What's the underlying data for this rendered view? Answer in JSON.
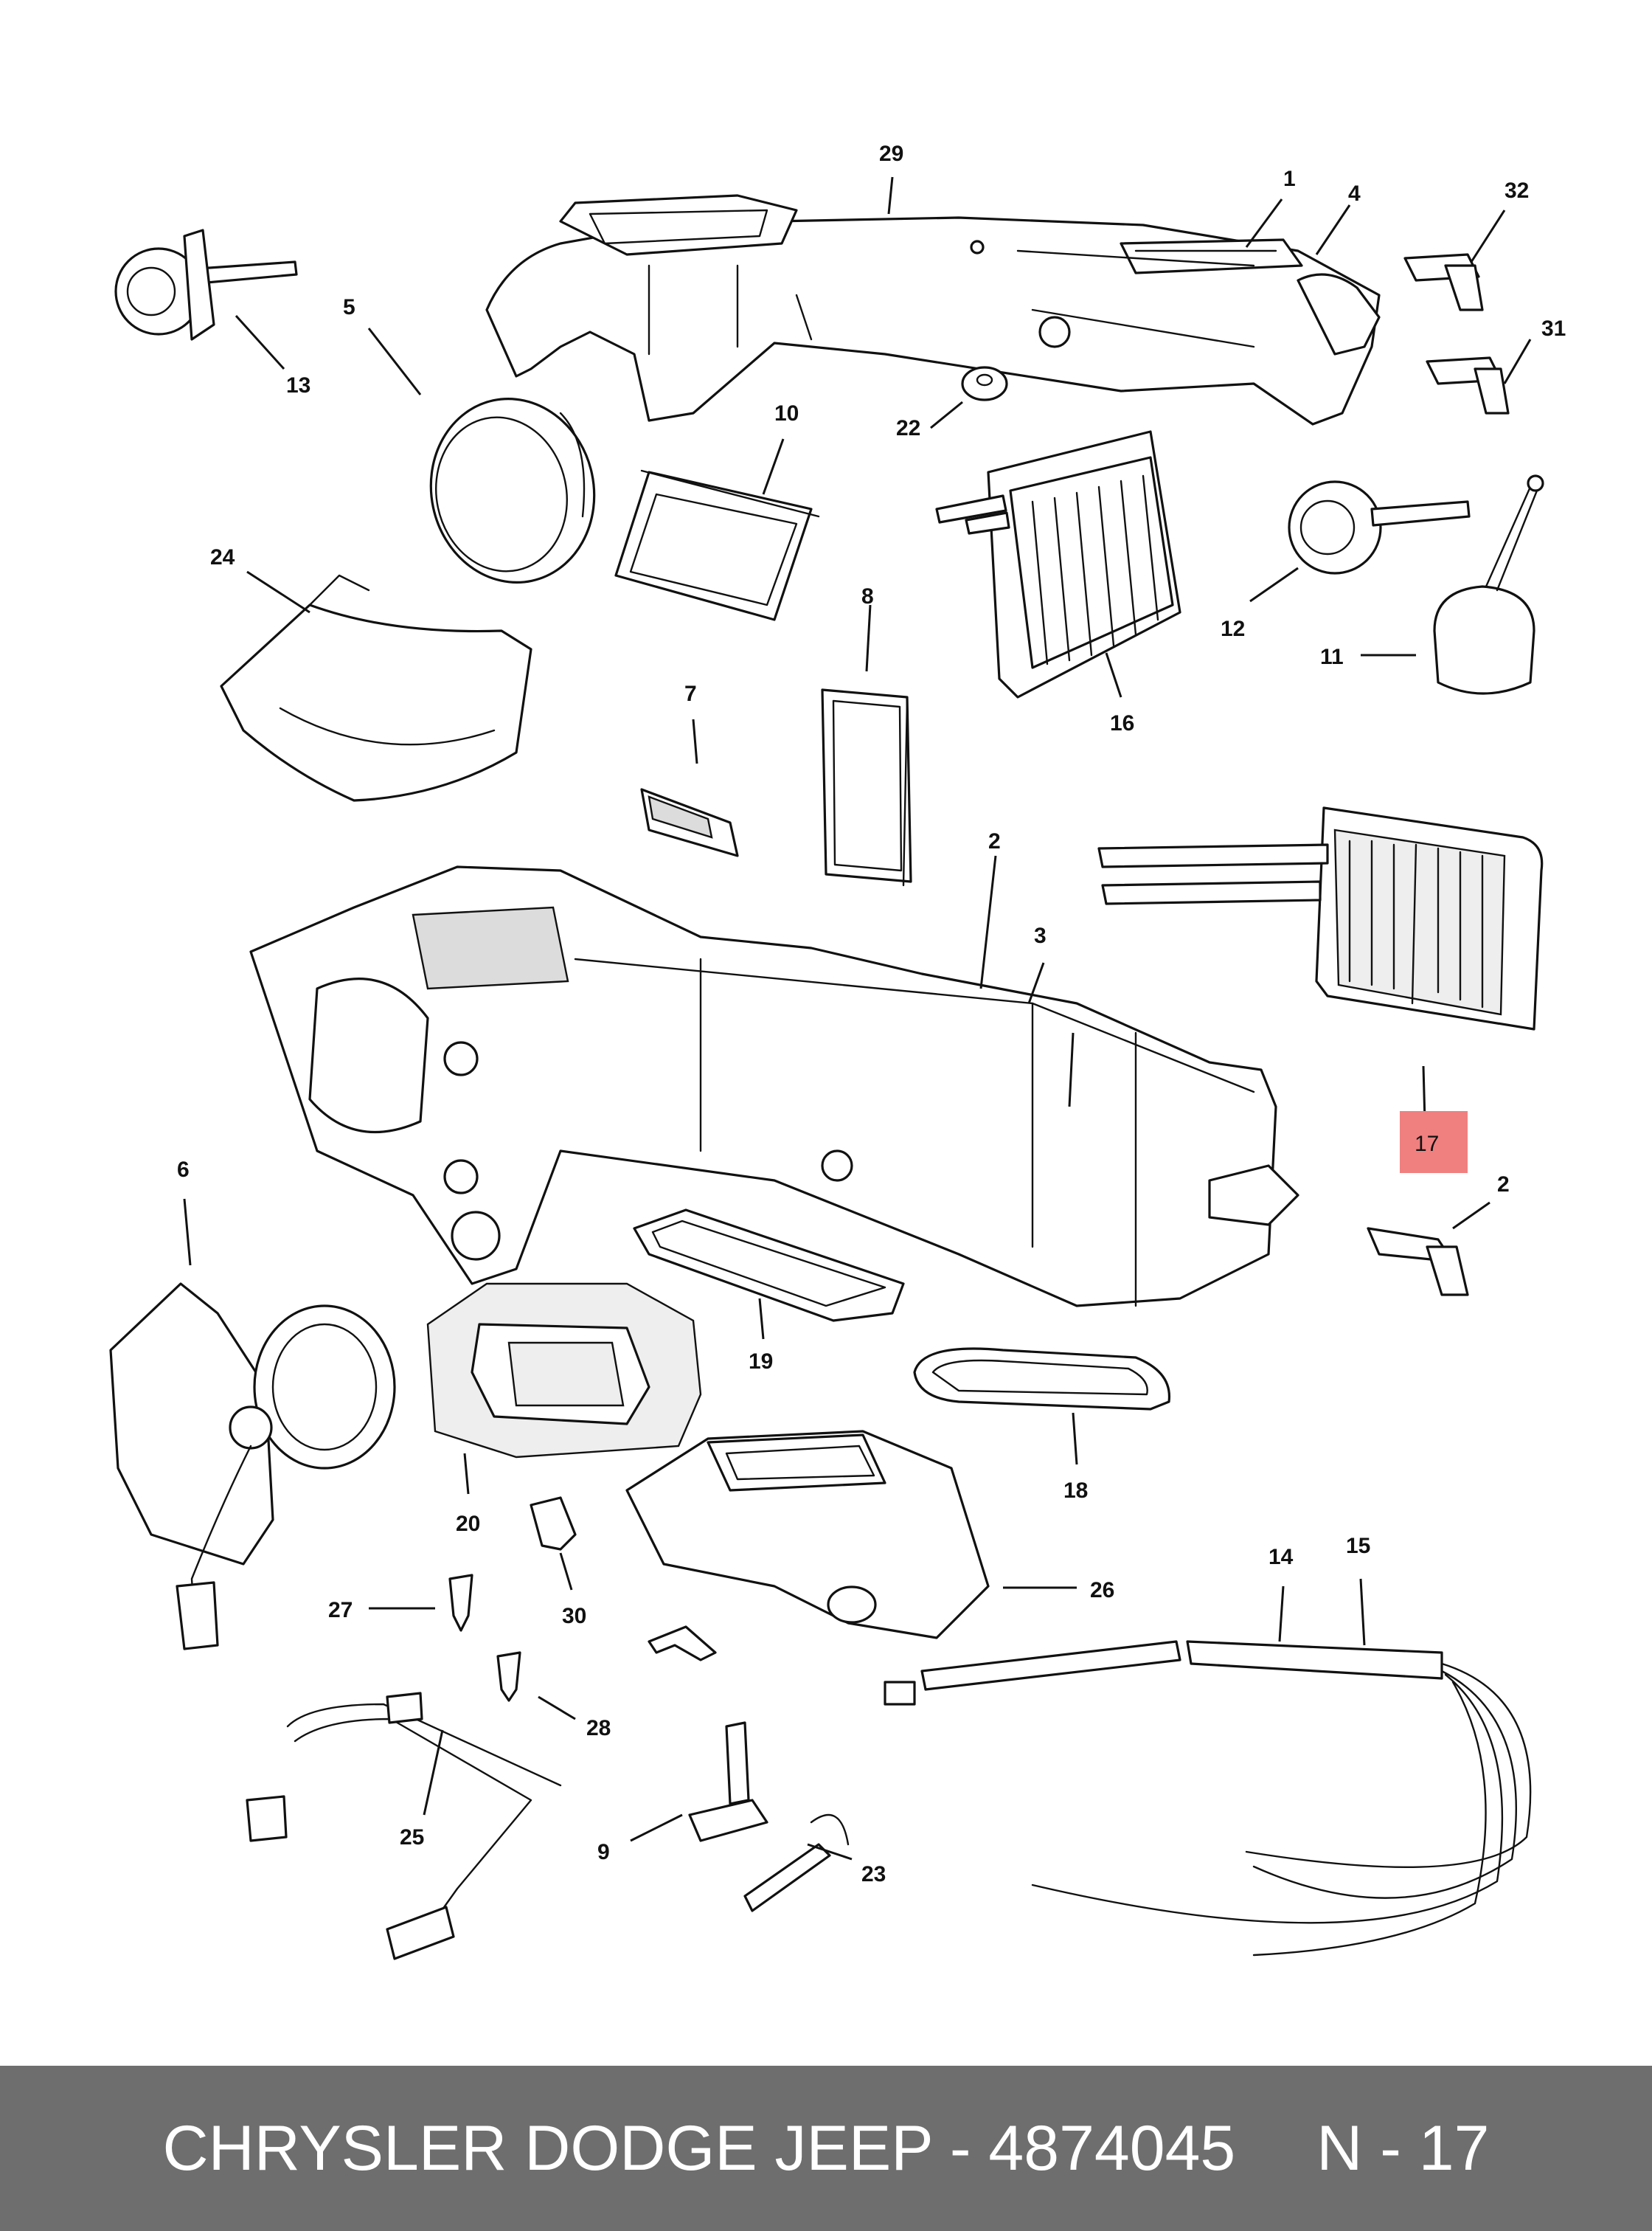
{
  "diagram": {
    "callouts": [
      {
        "id": "c29",
        "text": "29"
      },
      {
        "id": "c1",
        "text": "1"
      },
      {
        "id": "c4",
        "text": "4"
      },
      {
        "id": "c32",
        "text": "32"
      },
      {
        "id": "c31",
        "text": "31"
      },
      {
        "id": "c13",
        "text": "13"
      },
      {
        "id": "c5",
        "text": "5"
      },
      {
        "id": "c10",
        "text": "10"
      },
      {
        "id": "c22",
        "text": "22"
      },
      {
        "id": "c24",
        "text": "24"
      },
      {
        "id": "c8",
        "text": "8"
      },
      {
        "id": "c12",
        "text": "12"
      },
      {
        "id": "c11",
        "text": "11"
      },
      {
        "id": "c16",
        "text": "16"
      },
      {
        "id": "c7",
        "text": "7"
      },
      {
        "id": "c2a",
        "text": "2"
      },
      {
        "id": "c3",
        "text": "3"
      },
      {
        "id": "c6",
        "text": "6"
      },
      {
        "id": "c2b",
        "text": "2"
      },
      {
        "id": "c19",
        "text": "19"
      },
      {
        "id": "c20",
        "text": "20"
      },
      {
        "id": "c18",
        "text": "18"
      },
      {
        "id": "c27",
        "text": "27"
      },
      {
        "id": "c30",
        "text": "30"
      },
      {
        "id": "c26",
        "text": "26"
      },
      {
        "id": "c14",
        "text": "14"
      },
      {
        "id": "c15",
        "text": "15"
      },
      {
        "id": "c28",
        "text": "28"
      },
      {
        "id": "c25",
        "text": "25"
      },
      {
        "id": "c9",
        "text": "9"
      },
      {
        "id": "c23",
        "text": "23"
      }
    ],
    "highlight": {
      "text": "17",
      "color": "#f08080"
    }
  },
  "footer": {
    "brand_part": "CHRYSLER DODGE JEEP - 4874045",
    "ref": "N - 17",
    "background": "#6e6e6e"
  }
}
